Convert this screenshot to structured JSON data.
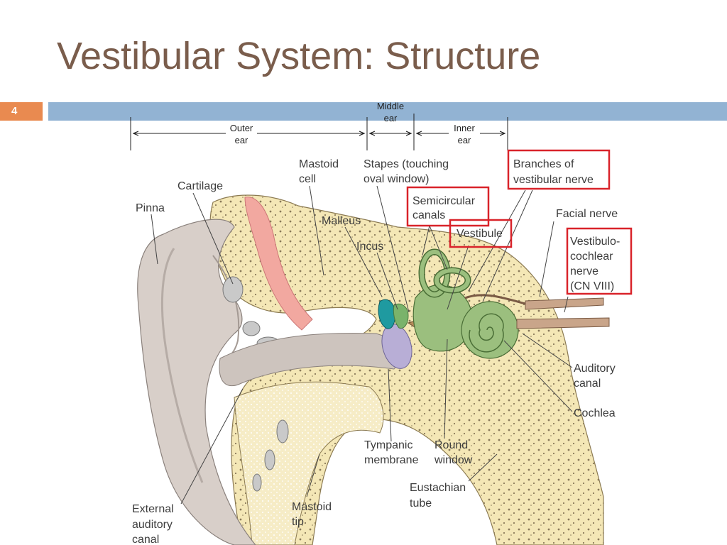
{
  "slide": {
    "title": "Vestibular System: Structure",
    "number": "4"
  },
  "sections": {
    "outer": [
      "Outer",
      "ear"
    ],
    "middle": [
      "Middle",
      "ear"
    ],
    "inner": [
      "Inner",
      "ear"
    ]
  },
  "labels": {
    "cartilage": [
      "Cartilage"
    ],
    "pinna": [
      "Pinna"
    ],
    "mastoid_cell": [
      "Mastoid",
      "cell"
    ],
    "stapes": [
      "Stapes (touching",
      "oval window)"
    ],
    "branches": [
      "Branches of",
      "vestibular nerve"
    ],
    "semicircular": [
      "Semicircular",
      "canals"
    ],
    "facial_nerve": [
      "Facial nerve"
    ],
    "malleus": [
      "Malleus"
    ],
    "vestibule": [
      "Vestibule"
    ],
    "vestibulocochlear": [
      "Vestibulo-",
      "cochlear",
      "nerve",
      "(CN VIII)"
    ],
    "incus": [
      "Incus"
    ],
    "auditory_canal": [
      "Auditory",
      "canal"
    ],
    "cochlea": [
      "Cochlea"
    ],
    "tympanic": [
      "Tympanic",
      "membrane"
    ],
    "round_window": [
      "Round",
      "window"
    ],
    "eustachian": [
      "Eustachian",
      "tube"
    ],
    "external_canal": [
      "External",
      "auditory",
      "canal"
    ],
    "mastoid_tip": [
      "Mastoid",
      "tip"
    ]
  },
  "colors": {
    "title": "#7a5d4c",
    "accent_box": "#e98a50",
    "header_bar": "#92b3d3",
    "highlight": "#d9232a",
    "bone": "#f4e7b6",
    "skin": "#d8cfc9",
    "cartilage_pink": "#f2a8a0",
    "inner_ear_green": "#9bbf7e",
    "ossicle_teal": "#1f9aa0",
    "tympanic_purple": "#b8aed6"
  }
}
